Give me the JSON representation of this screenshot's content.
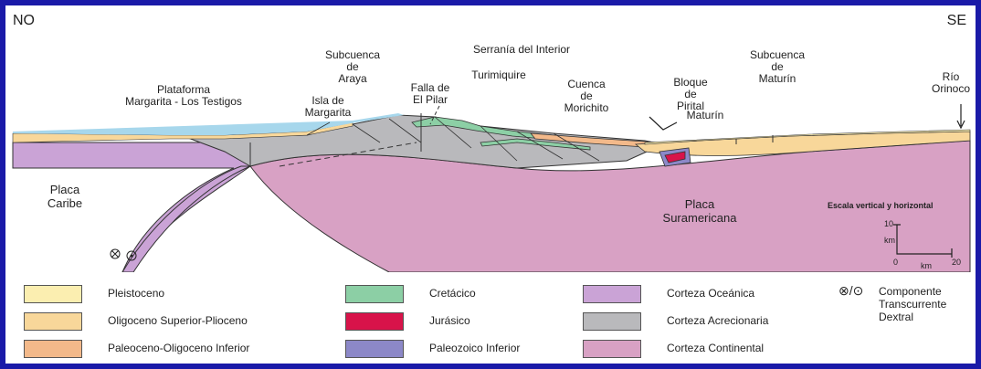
{
  "section": {
    "corners": {
      "left": "NO",
      "right": "SE"
    },
    "labels": {
      "plataforma": "Plataforma\nMargarita - Los Testigos",
      "subcuenca_araya": "Subcuenca\nde\nAraya",
      "isla_margarita": "Isla de\nMargarita",
      "falla_pilar": "Falla de\nEl Pilar",
      "serrania": "Serranía del Interior",
      "turimiquire": "Turimiquire",
      "cuenca_morichito": "Cuenca\nde\nMorichito",
      "bloque_pirital": "Bloque\nde\nPirital",
      "maturin": "Maturín",
      "subcuenca_maturin": "Subcuenca\nde\nMaturín",
      "rio_orinoco": "Río\nOrinoco",
      "placa_caribe": "Placa\nCaribe",
      "placa_suramericana": "Placa\nSuramericana"
    },
    "scale": {
      "title": "Escala vertical y horizontal",
      "v_max": "10",
      "v_unit": "km",
      "zero": "0",
      "h_max": "20",
      "h_unit": "km"
    }
  },
  "legend": {
    "items": [
      {
        "label": "Pleistoceno",
        "color": "#fbeeb0"
      },
      {
        "label": "Oligoceno Superior-Plioceno",
        "color": "#f8d79a"
      },
      {
        "label": "Paleoceno-Oligoceno Inferior",
        "color": "#f3b98a"
      },
      {
        "label": "Cretácico",
        "color": "#8ccfa5"
      },
      {
        "label": "Jurásico",
        "color": "#d8134a"
      },
      {
        "label": "Paleozoico Inferior",
        "color": "#8c88c8"
      },
      {
        "label": "Corteza Oceánica",
        "color": "#caa3d6"
      },
      {
        "label": "Corteza Acrecionaria",
        "color": "#b9b9bc"
      },
      {
        "label": "Corteza Continental",
        "color": "#d8a1c4"
      }
    ],
    "strike_slip": {
      "symbol": "⊗/⊙",
      "label": "Componente\nTranscurrente\nDextral"
    }
  },
  "colors": {
    "frame": "#1a1aa8",
    "sea": "#a7d7ec"
  }
}
